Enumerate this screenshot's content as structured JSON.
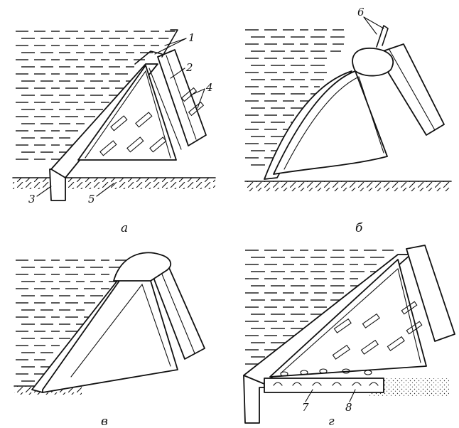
{
  "figure": {
    "captions": {
      "a": "а",
      "b": "б",
      "c": "в",
      "d": "г"
    },
    "callouts": {
      "n1": "1",
      "n2": "2",
      "n3": "3",
      "n4": "4",
      "n5": "5",
      "n6": "6",
      "n7": "7",
      "n8": "8"
    }
  }
}
